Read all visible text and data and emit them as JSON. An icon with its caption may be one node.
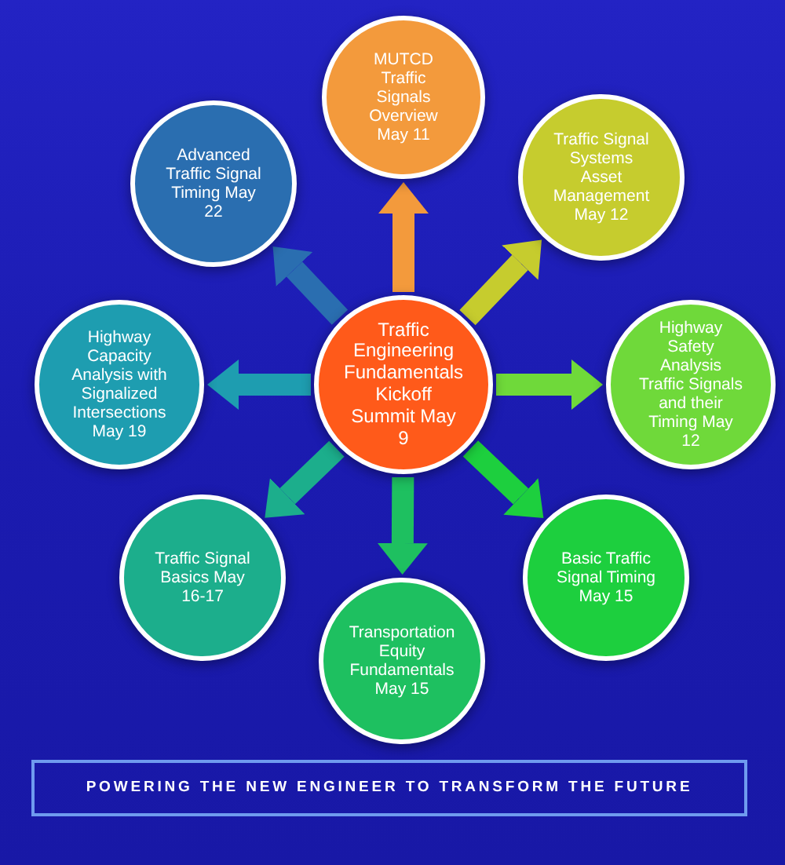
{
  "diagram": {
    "nodes": [
      {
        "text": [
          "Traffic Engineering Fundamentals Kickoff Summit May 9"
        ]
      },
      {
        "text": [
          "MUTCD Traffic Signals Overview May 11"
        ]
      },
      {
        "text": [
          "Traffic Signal Systems Asset Management May 12"
        ]
      },
      {
        "text": [
          "Highway Safety Analysis Traffic Signals and their Timing May 12"
        ]
      },
      {
        "text": [
          "Basic Traffic Signal Timing May 15"
        ]
      },
      {
        "text": [
          "Transportation Equity Fundamentals May 15"
        ]
      },
      {
        "text": [
          "Traffic Signal Basics May 16-17"
        ]
      },
      {
        "text": [
          "Highway Capacity Analysis with Signalized Intersections May 19"
        ]
      },
      {
        "text": [
          "Advanced Traffic Signal Timing May 22"
        ]
      },
      {
        "text": [
          "POWERING THE NEW ENGINEER TO TRANSFORM THE FUTURE"
        ]
      }
    ],
    "edges": [
      {
        "from": 0,
        "to": 1,
        "arrow": "to",
        "color": "#f39a3c"
      },
      {
        "from": 0,
        "to": 2,
        "arrow": "to",
        "color": "#c6cc2e"
      },
      {
        "from": 0,
        "to": 3,
        "arrow": "to",
        "color": "#6fd93a"
      },
      {
        "from": 0,
        "to": 4,
        "arrow": "to",
        "color": "#1dcf3e"
      },
      {
        "from": 0,
        "to": 5,
        "arrow": "to",
        "color": "#1ec060"
      },
      {
        "from": 0,
        "to": 6,
        "arrow": "to",
        "color": "#1cae8c"
      },
      {
        "from": 0,
        "to": 7,
        "arrow": "to",
        "color": "#1e9db0"
      },
      {
        "from": 0,
        "to": 8,
        "arrow": "to",
        "color": "#2a6eb0"
      }
    ]
  }
}
